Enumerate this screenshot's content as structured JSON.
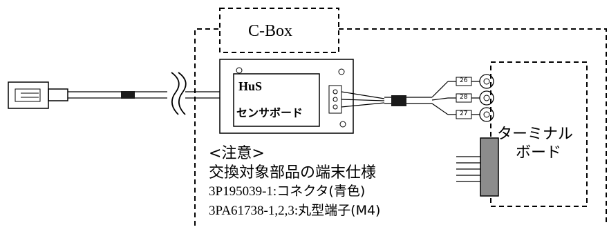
{
  "cbox": {
    "label": "C-Box"
  },
  "hus_board": {
    "line1": "HuS",
    "line2": "センサボード"
  },
  "terminal_board": {
    "line1": "ターミナル",
    "line2": "ボード"
  },
  "wire_tags": [
    "26",
    "28",
    "27"
  ],
  "note": {
    "heading": "<注意>",
    "subtitle": "交換対象部品の端末仕様",
    "line1_code": "3P195039-1:",
    "line1_desc": "コネクタ(青色)",
    "line2_code": "3PA61738-1,2,3:",
    "line2_desc": "丸型端子(M4)"
  },
  "colors": {
    "line": "#000000",
    "terminal_connector": "#8c8c8c",
    "tape": "#1a1a1a"
  }
}
